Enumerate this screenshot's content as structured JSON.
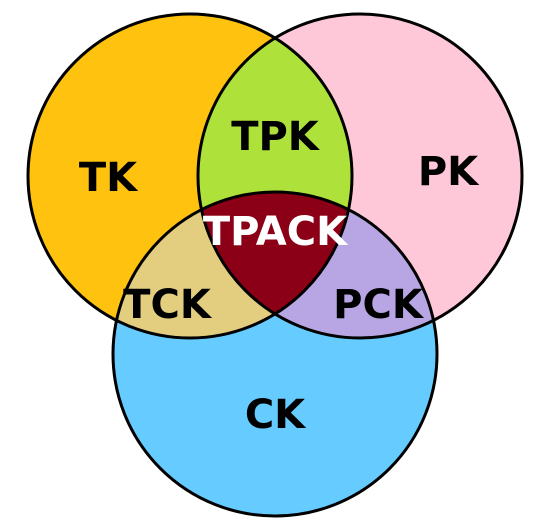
{
  "diagram": {
    "regions": {
      "tk": {
        "label": "TK",
        "fill": "#FFC20E"
      },
      "pk": {
        "label": "PK",
        "fill": "#FFC8D9"
      },
      "ck": {
        "label": "CK",
        "fill": "#66CCFF"
      },
      "tpk": {
        "label": "TPK",
        "fill": "#AEE23A"
      },
      "tck": {
        "label": "TCK",
        "fill": "#E3CE80"
      },
      "pck": {
        "label": "PCK",
        "fill": "#B7A6E3"
      },
      "tpack": {
        "label": "TPACK",
        "fill": "#8B0017"
      }
    },
    "outline_color": "#000000",
    "label_color_dark": "#000000",
    "label_color_light": "#FFFFFF"
  }
}
